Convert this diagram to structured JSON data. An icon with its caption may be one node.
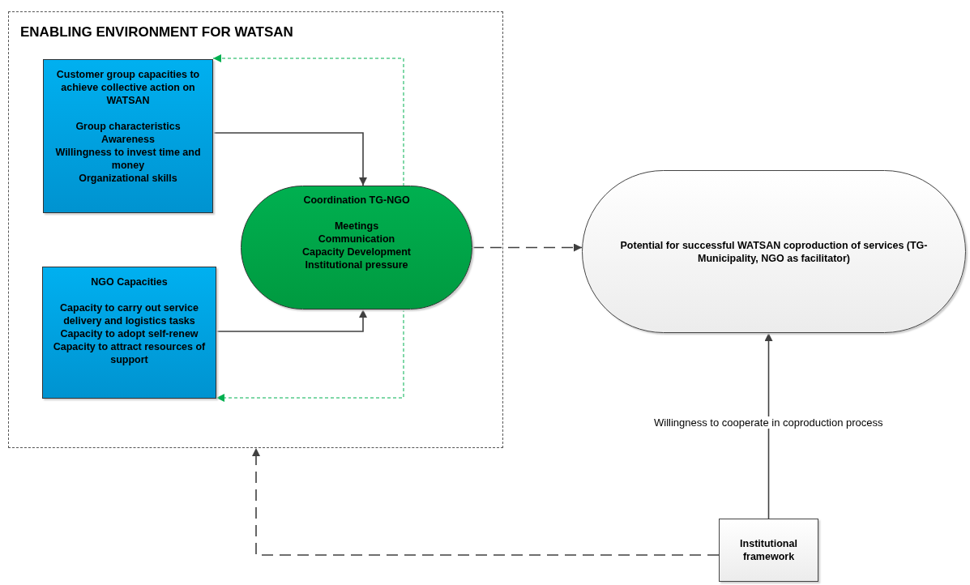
{
  "diagram": {
    "nodes": [
      {
        "text": [
          "ENABLING ENVIRONMENT FOR WATSAN"
        ]
      },
      {
        "text": [
          "Customer group capacities to achieve collective action on WATSAN",
          "Group characteristics",
          "Awareness",
          "Willingness to invest time and money",
          "Organizational skills"
        ],
        "in": 0
      },
      {
        "text": [
          "NGO Capacities",
          "Capacity to carry out service delivery and logistics tasks",
          "Capacity to adopt self-renew",
          "Capacity to attract resources of support"
        ],
        "in": 0
      },
      {
        "text": [
          "Coordination TG-NGO",
          "Meetings",
          "Communication",
          "Capacity Development",
          "Institutional pressure"
        ],
        "in": 0
      },
      {
        "text": [
          "Potential for successful WATSAN coproduction of services (TG-Municipality, NGO as facilitator)"
        ]
      },
      {
        "text": [
          "Institutional framework"
        ]
      }
    ],
    "edges": [
      {
        "from": 1,
        "to": 3,
        "arrow": "to"
      },
      {
        "from": 2,
        "to": 3,
        "arrow": "to"
      },
      {
        "from": 3,
        "to": 1,
        "arrow": "to",
        "style": "dashed",
        "color": "#00b050"
      },
      {
        "from": 3,
        "to": 2,
        "arrow": "to",
        "style": "dashed",
        "color": "#00b050"
      },
      {
        "from": 3,
        "to": 4,
        "arrow": "to",
        "style": "dashed"
      },
      {
        "from": 5,
        "to": 4,
        "arrow": "to",
        "label": "Willingness to cooperate in coproduction process"
      },
      {
        "from": 5,
        "to": 0,
        "arrow": "to",
        "style": "dashed"
      }
    ]
  }
}
